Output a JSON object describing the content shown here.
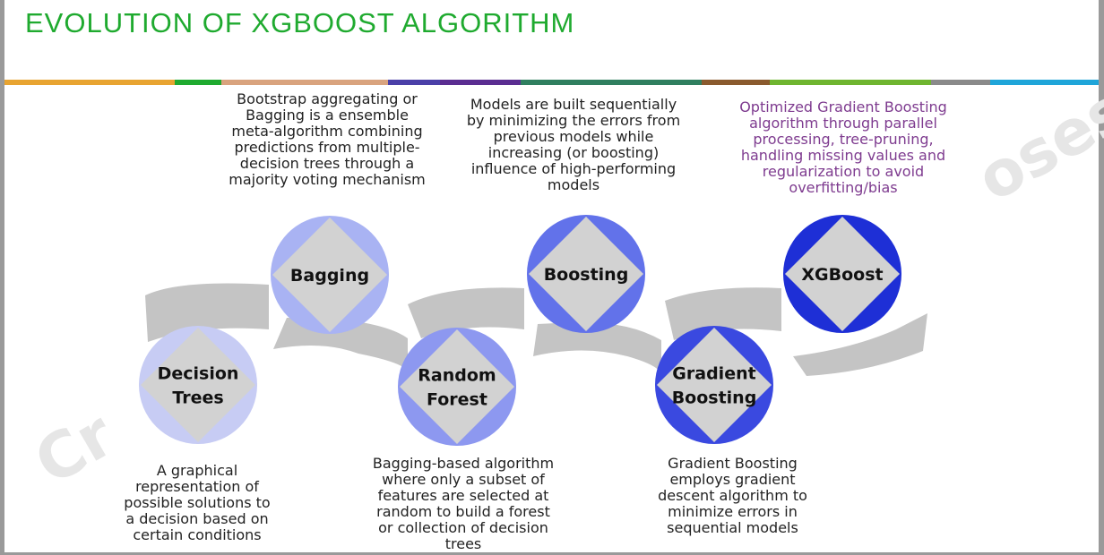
{
  "title": "EVOLUTION OF XGBOOST ALGORITHM",
  "colors": {
    "title": "#1faa2f",
    "desc_text": "#222222",
    "xgboost_text": "#7e3b8f",
    "arrow": "#c4c4c4",
    "diamond": "#d2d2d2",
    "bar_segments": [
      "#e8a431",
      "#1faa2f",
      "#d9a37e",
      "#4a3fa8",
      "#5a2d91",
      "#2f7f5f",
      "#2f7f5f",
      "#8a5a2e",
      "#6fb52f",
      "#8a8a8a",
      "#1fa5d9"
    ]
  },
  "stages": [
    {
      "id": "decision-trees",
      "label_lines": [
        "Decision",
        "Trees"
      ],
      "circle_color": "#c7ccf4",
      "description_lines": [
        "A graphical",
        "representation of",
        "possible solutions to",
        "a decision based on",
        "certain conditions"
      ]
    },
    {
      "id": "bagging",
      "label_lines": [
        "Bagging"
      ],
      "circle_color": "#a9b3f3",
      "description_lines": [
        "Bootstrap aggregating or",
        "Bagging is a ensemble",
        "meta-algorithm combining",
        "predictions from multiple-",
        "decision trees through a",
        "majority voting mechanism"
      ]
    },
    {
      "id": "random-forest",
      "label_lines": [
        "Random",
        "Forest"
      ],
      "circle_color": "#8d98f0",
      "description_lines": [
        "Bagging-based algorithm",
        "where only a subset of",
        "features are selected at",
        "random to build a forest",
        "or collection of decision",
        "trees"
      ]
    },
    {
      "id": "boosting",
      "label_lines": [
        "Boosting"
      ],
      "circle_color": "#6272ea",
      "description_lines": [
        "Models are built sequentially",
        "by minimizing the errors from",
        "previous models while",
        "increasing (or boosting)",
        "influence of high-performing",
        "models"
      ]
    },
    {
      "id": "gradient-boosting",
      "label_lines": [
        "Gradient",
        "Boosting"
      ],
      "circle_color": "#3a49e0",
      "description_lines": [
        "Gradient Boosting",
        "employs gradient",
        "descent algorithm to",
        "minimize errors  in",
        "sequential models"
      ]
    },
    {
      "id": "xgboost",
      "label_lines": [
        "XGBoost"
      ],
      "circle_color": "#1e2fd6",
      "description_lines": [
        "Optimized Gradient Boosting",
        "algorithm through parallel",
        "processing, tree-pruning,",
        "handling missing values and",
        "regularization to avoid",
        "overfitting/bias"
      ]
    }
  ],
  "watermarks": [
    "Cr",
    "oses"
  ]
}
